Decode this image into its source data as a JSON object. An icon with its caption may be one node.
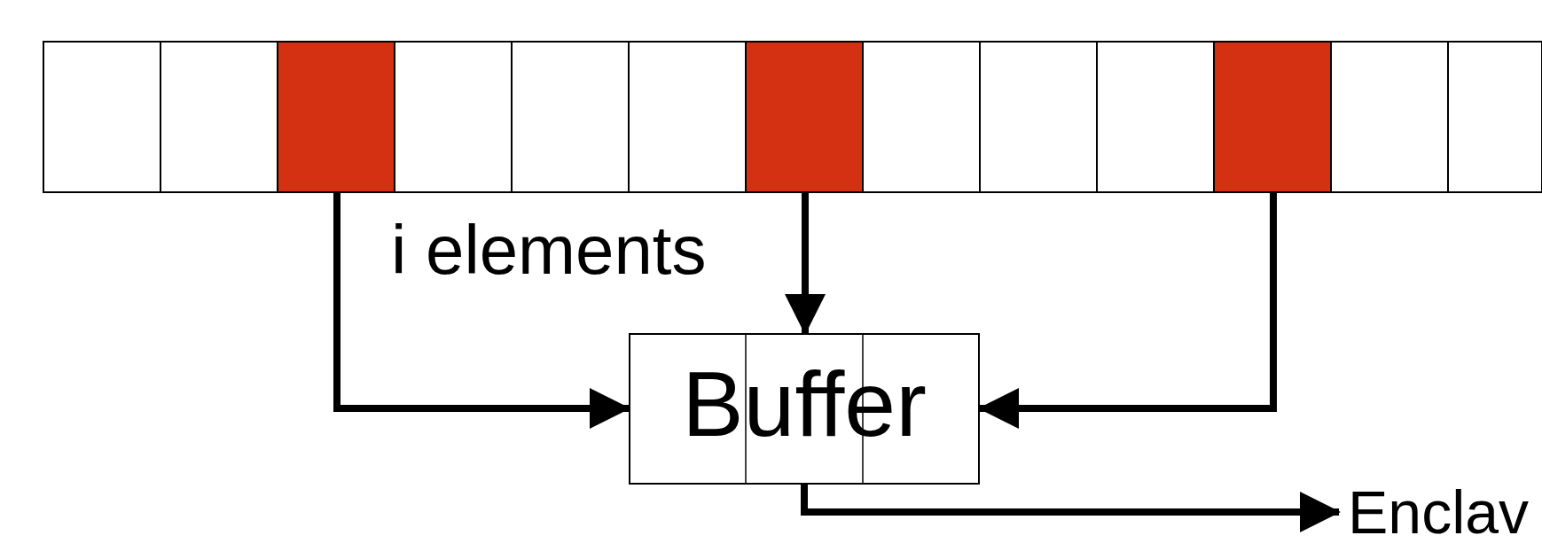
{
  "diagram": {
    "nodes": [
      {
        "text": [],
        "shape": "box"
      },
      {
        "text": [],
        "shape": "box"
      },
      {
        "text": [],
        "shape": "box"
      },
      {
        "text": [],
        "shape": "box"
      },
      {
        "text": [],
        "shape": "box"
      },
      {
        "text": [],
        "shape": "box"
      },
      {
        "text": [],
        "shape": "box"
      },
      {
        "text": [],
        "shape": "box"
      },
      {
        "text": [],
        "shape": "box"
      },
      {
        "text": [],
        "shape": "box"
      },
      {
        "text": [],
        "shape": "box"
      },
      {
        "text": [],
        "shape": "box"
      },
      {
        "text": [],
        "shape": "box"
      },
      {
        "text": [
          "Buffer"
        ]
      },
      {
        "text": [
          "Enclav"
        ]
      }
    ],
    "edges": [
      {
        "from": 2,
        "to": 13,
        "arrow": "to"
      },
      {
        "from": 6,
        "to": 13,
        "arrow": "to"
      },
      {
        "from": 10,
        "to": 13,
        "arrow": "to"
      },
      {
        "from": 13,
        "to": 14,
        "arrow": "to"
      }
    ],
    "labels": [
      "i elements"
    ]
  }
}
